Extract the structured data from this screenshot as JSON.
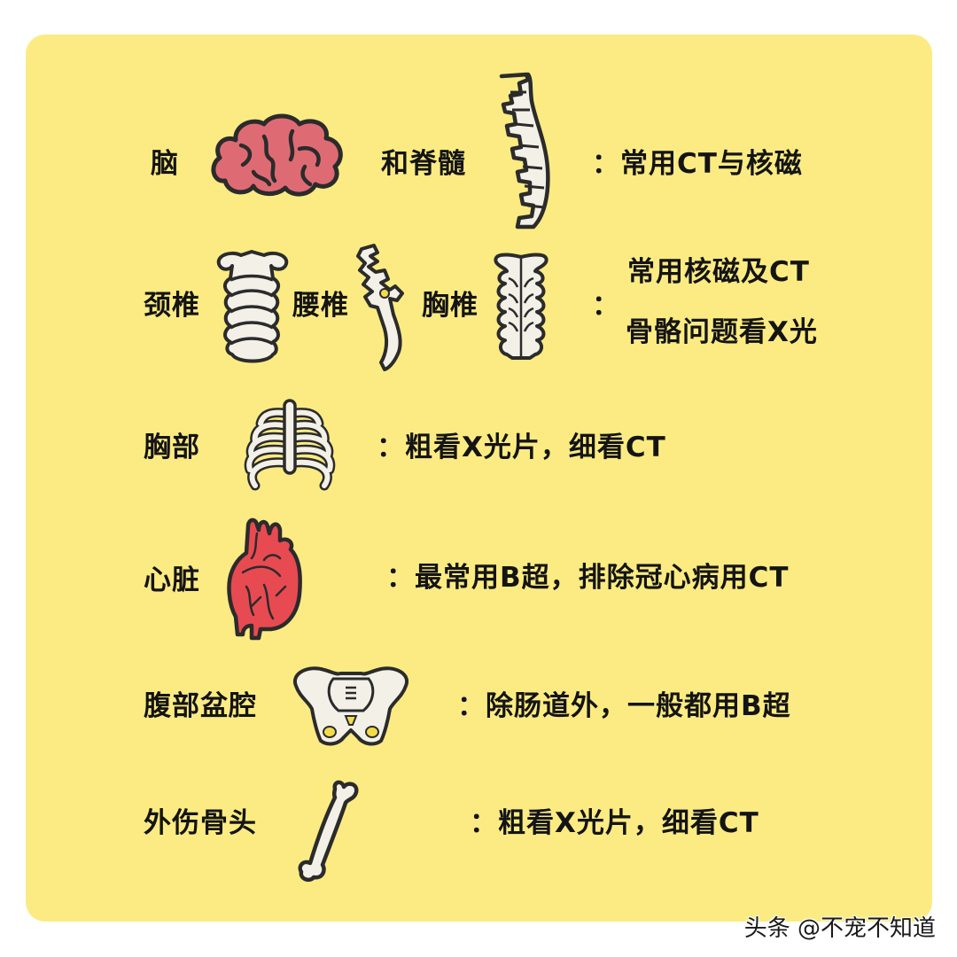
{
  "colors": {
    "card_background": "#fbeb82",
    "page_background": "#ffffff",
    "text": "#141414",
    "outline": "#2b2b2b",
    "bone": "#f3f0e8",
    "brain": "#de6b74",
    "heart": "#e84a52",
    "accent_yellow": "#f2dc4a"
  },
  "rows": [
    {
      "labels": [
        "脑",
        "和脊髓"
      ],
      "icons": [
        "brain-icon",
        "spine-icon"
      ],
      "description": "：常用CT与核磁"
    },
    {
      "labels": [
        "颈椎",
        "腰椎",
        "胸椎"
      ],
      "icons": [
        "cervical-vertebrae-icon",
        "lumbar-vertebrae-icon",
        "thoracic-vertebrae-icon"
      ],
      "colon": "：",
      "description_lines": [
        "常用核磁及CT",
        "骨骼问题看X光"
      ]
    },
    {
      "labels": [
        "胸部"
      ],
      "icons": [
        "ribcage-icon"
      ],
      "description": "：粗看X光片，细看CT"
    },
    {
      "labels": [
        "心脏"
      ],
      "icons": [
        "heart-icon"
      ],
      "description": "：最常用B超，排除冠心病用CT"
    },
    {
      "labels": [
        "腹部盆腔"
      ],
      "icons": [
        "pelvis-icon"
      ],
      "description": "：除肠道外，一般都用B超"
    },
    {
      "labels": [
        "外伤骨头"
      ],
      "icons": [
        "bone-icon"
      ],
      "description": "：粗看X光片，细看CT"
    }
  ],
  "watermark": "头条 @不宠不知道"
}
